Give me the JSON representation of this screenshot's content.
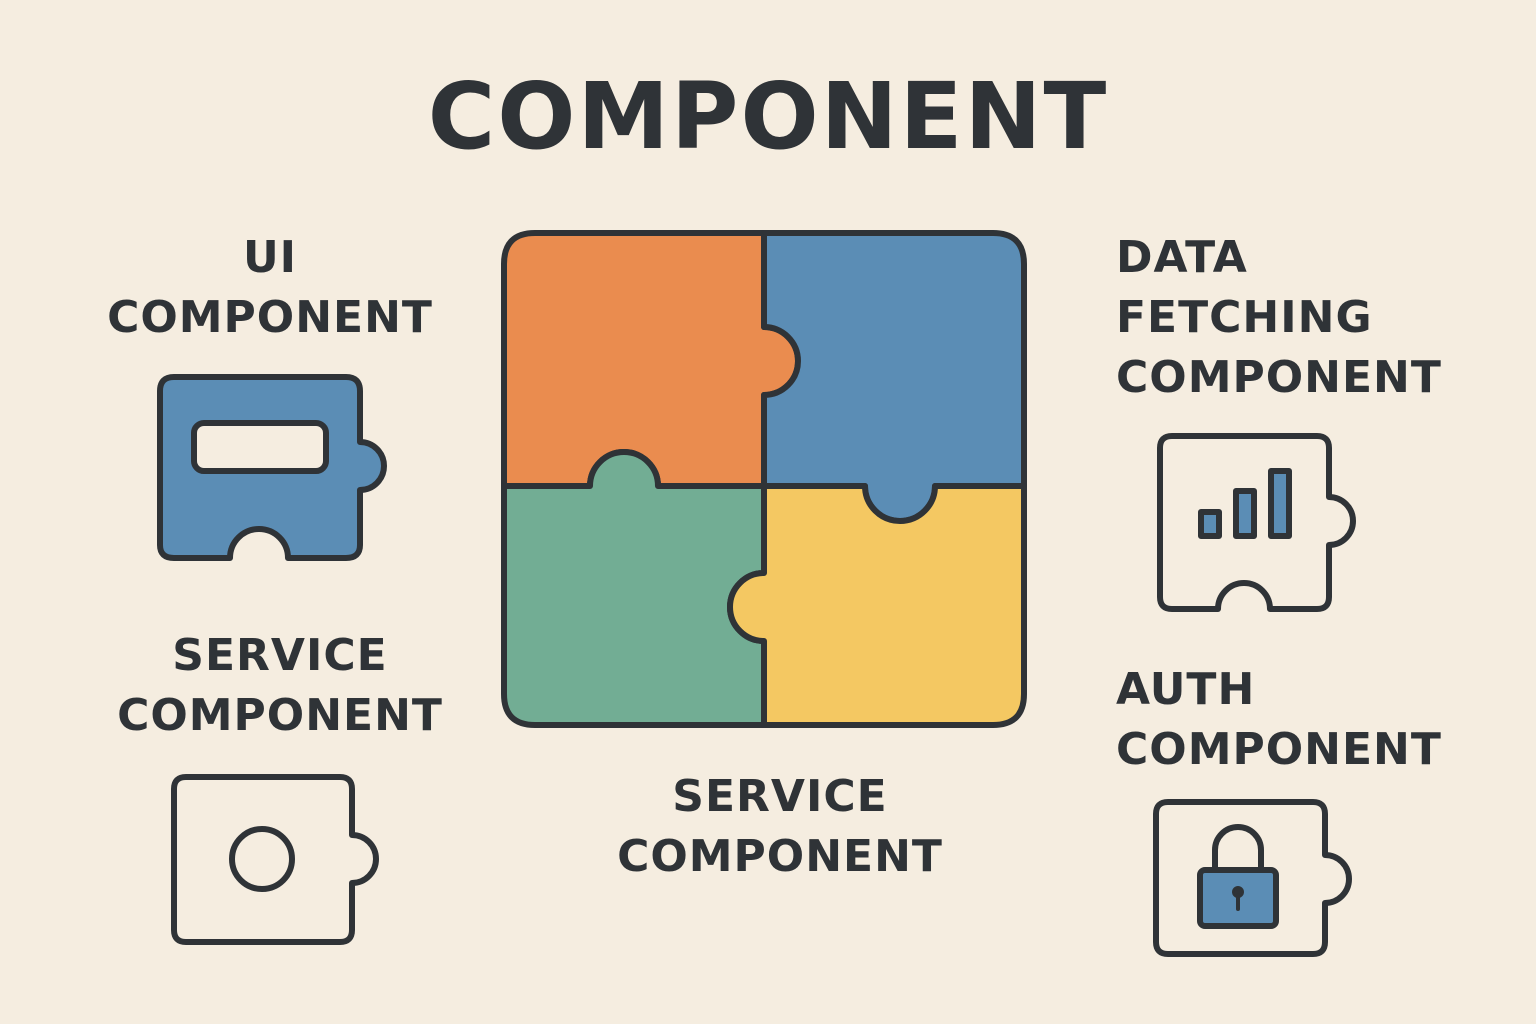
{
  "title": "COMPONENT",
  "labels": {
    "ui": [
      "UI",
      "COMPONENT"
    ],
    "service_left": [
      "SERVICE",
      "COMPONENT"
    ],
    "service_bottom": [
      "SERVICE",
      "COMPONENT"
    ],
    "data_fetching": [
      "DATA",
      "FETCHING",
      "COMPONENT"
    ],
    "auth": [
      "AUTH",
      "COMPONENT"
    ]
  },
  "colors": {
    "background": "#f5ede0",
    "stroke": "#2f3337",
    "orange": "#ea8c4f",
    "blue": "#5b8db5",
    "green": "#72ad94",
    "yellow": "#f4c862"
  },
  "icons": [
    "puzzle-piece-icon",
    "input-field-icon",
    "bar-chart-icon",
    "circle-icon",
    "lock-icon"
  ]
}
